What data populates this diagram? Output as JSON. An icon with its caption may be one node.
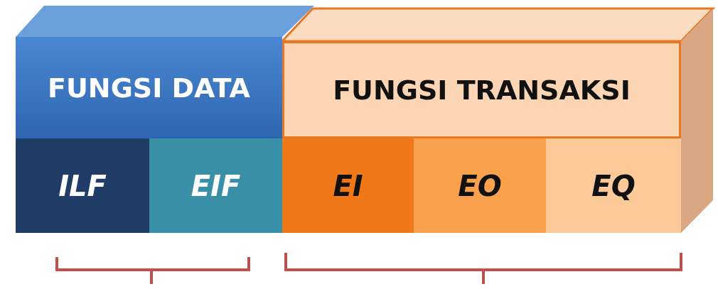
{
  "diagram": {
    "nodes": [
      {
        "text": [
          "FUNGSI DATA"
        ]
      },
      {
        "text": [
          "FUNGSI TRANSAKSI"
        ]
      },
      {
        "text": [
          "ILF"
        ]
      },
      {
        "text": [
          "EIF"
        ]
      },
      {
        "text": [
          "EI"
        ]
      },
      {
        "text": [
          "EO"
        ]
      },
      {
        "text": [
          "EQ"
        ]
      }
    ],
    "edges": []
  }
}
